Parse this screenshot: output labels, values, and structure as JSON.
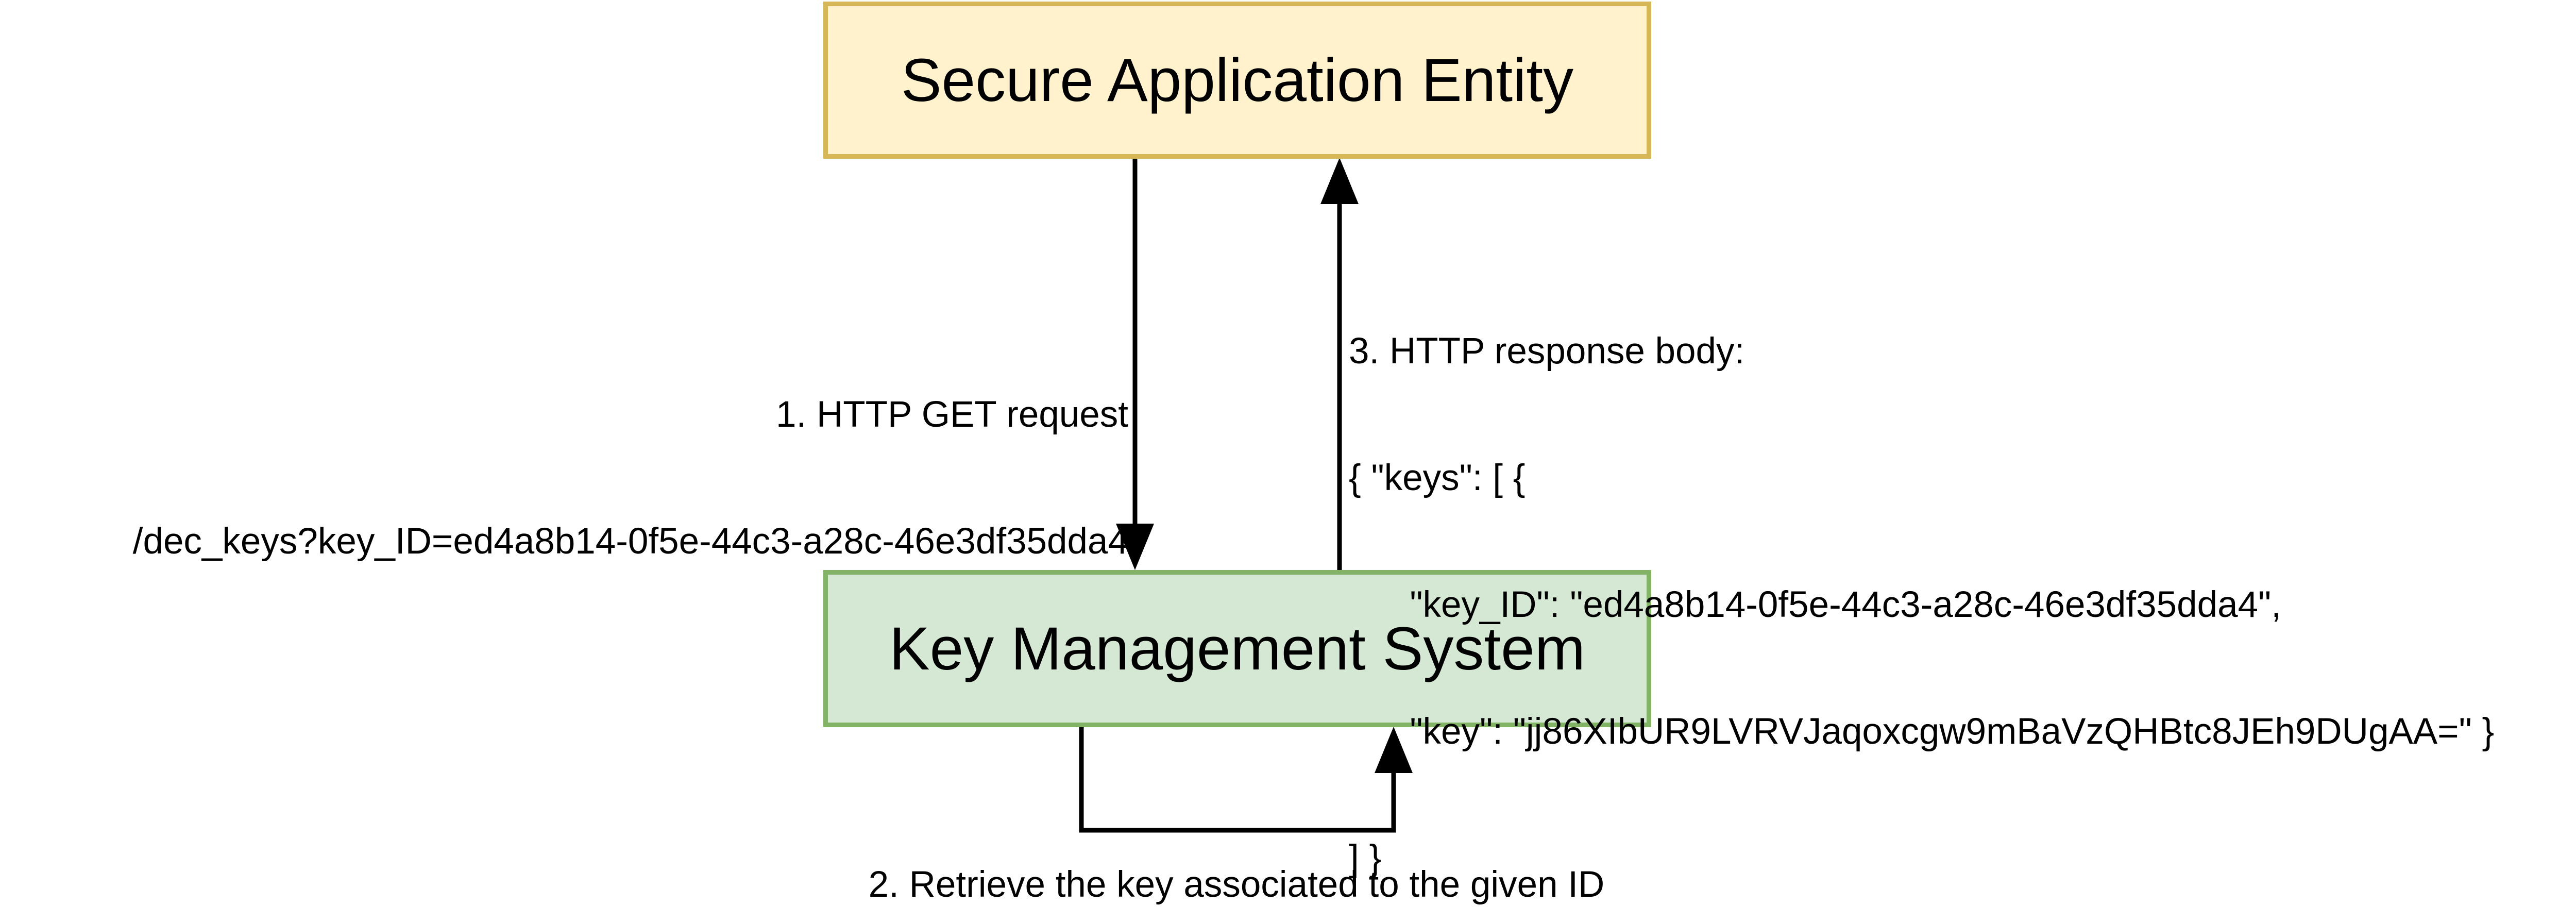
{
  "nodes": {
    "sae": {
      "label": "Secure Application Entity",
      "fill": "#fff2cc",
      "stroke": "#d6b656"
    },
    "kms": {
      "label": "Key Management System",
      "fill": "#d5e8d4",
      "stroke": "#82b366"
    }
  },
  "edges": {
    "request": {
      "line1": "1. HTTP GET request",
      "line2": "/dec_keys?key_ID=ed4a8b14-0f5e-44c3-a28c-46e3df35dda4"
    },
    "retrieve": {
      "label": "2. Retrieve the key associated to the given ID"
    },
    "response": {
      "line1": "3. HTTP response body:",
      "line2": "{ \"keys\": [ {",
      "line3": "      \"key_ID\": \"ed4a8b14-0f5e-44c3-a28c-46e3df35dda4\",",
      "line4": "      \"key\": \"jj86XIbUR9LVRVJaqoxcgw9mBaVzQHBtc8JEh9DUgAA=\" }",
      "line5": "] }"
    }
  },
  "colors": {
    "edge": "#000000"
  }
}
